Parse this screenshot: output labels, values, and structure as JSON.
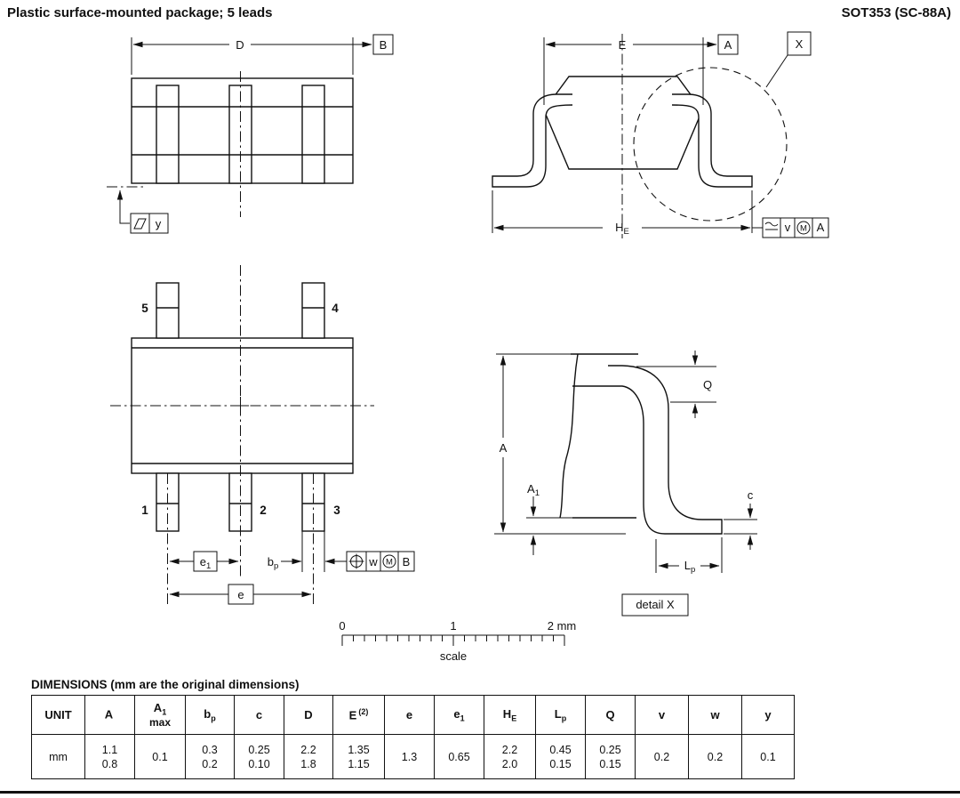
{
  "header": {
    "title": "Plastic surface-mounted package; 5 leads",
    "package_code": "SOT353 (SC-88A)"
  },
  "drawing": {
    "side_view": {
      "dim_d": "D",
      "datum_b": "B",
      "datum_y": "y"
    },
    "front_view": {
      "dim_e": "E",
      "datum_a": "A",
      "detail_ref": "X",
      "dim_he_main": "H",
      "dim_he_sub": "E",
      "tol": {
        "v": "v",
        "m": "M",
        "datum": "A"
      }
    },
    "top_view": {
      "pins": {
        "p1": "1",
        "p2": "2",
        "p3": "3",
        "p4": "4",
        "p5": "5"
      },
      "dim_e1_main": "e",
      "dim_e1_sub": "1",
      "dim_bp_main": "b",
      "dim_bp_sub": "p",
      "dim_e": "e",
      "tol": {
        "w": "w",
        "m": "M",
        "datum": "B"
      }
    },
    "detail_x": {
      "dim_a": "A",
      "dim_a1_main": "A",
      "dim_a1_sub": "1",
      "dim_q": "Q",
      "dim_c": "c",
      "dim_lp_main": "L",
      "dim_lp_sub": "p",
      "caption": "detail X"
    },
    "scale_bar": {
      "t0": "0",
      "t1": "1",
      "t2": "2 mm",
      "caption": "scale"
    }
  },
  "table": {
    "heading": "DIMENSIONS (mm are the original dimensions)",
    "columns": [
      {
        "main": "UNIT"
      },
      {
        "main": "A"
      },
      {
        "main": "A",
        "sub": "1",
        "note": "max"
      },
      {
        "main": "b",
        "sub": "p"
      },
      {
        "main": "c"
      },
      {
        "main": "D"
      },
      {
        "main": "E",
        "sup": "(2)"
      },
      {
        "main": "e"
      },
      {
        "main": "e",
        "sub": "1"
      },
      {
        "main": "H",
        "sub": "E"
      },
      {
        "main": "L",
        "sub": "p"
      },
      {
        "main": "Q"
      },
      {
        "main": "v"
      },
      {
        "main": "w"
      },
      {
        "main": "y"
      }
    ],
    "row": {
      "unit": "mm",
      "values": [
        [
          "1.1",
          "0.8"
        ],
        [
          "0.1"
        ],
        [
          "0.3",
          "0.2"
        ],
        [
          "0.25",
          "0.10"
        ],
        [
          "2.2",
          "1.8"
        ],
        [
          "1.35",
          "1.15"
        ],
        [
          "1.3"
        ],
        [
          "0.65"
        ],
        [
          "2.2",
          "2.0"
        ],
        [
          "0.45",
          "0.15"
        ],
        [
          "0.25",
          "0.15"
        ],
        [
          "0.2"
        ],
        [
          "0.2"
        ],
        [
          "0.1"
        ]
      ]
    }
  }
}
